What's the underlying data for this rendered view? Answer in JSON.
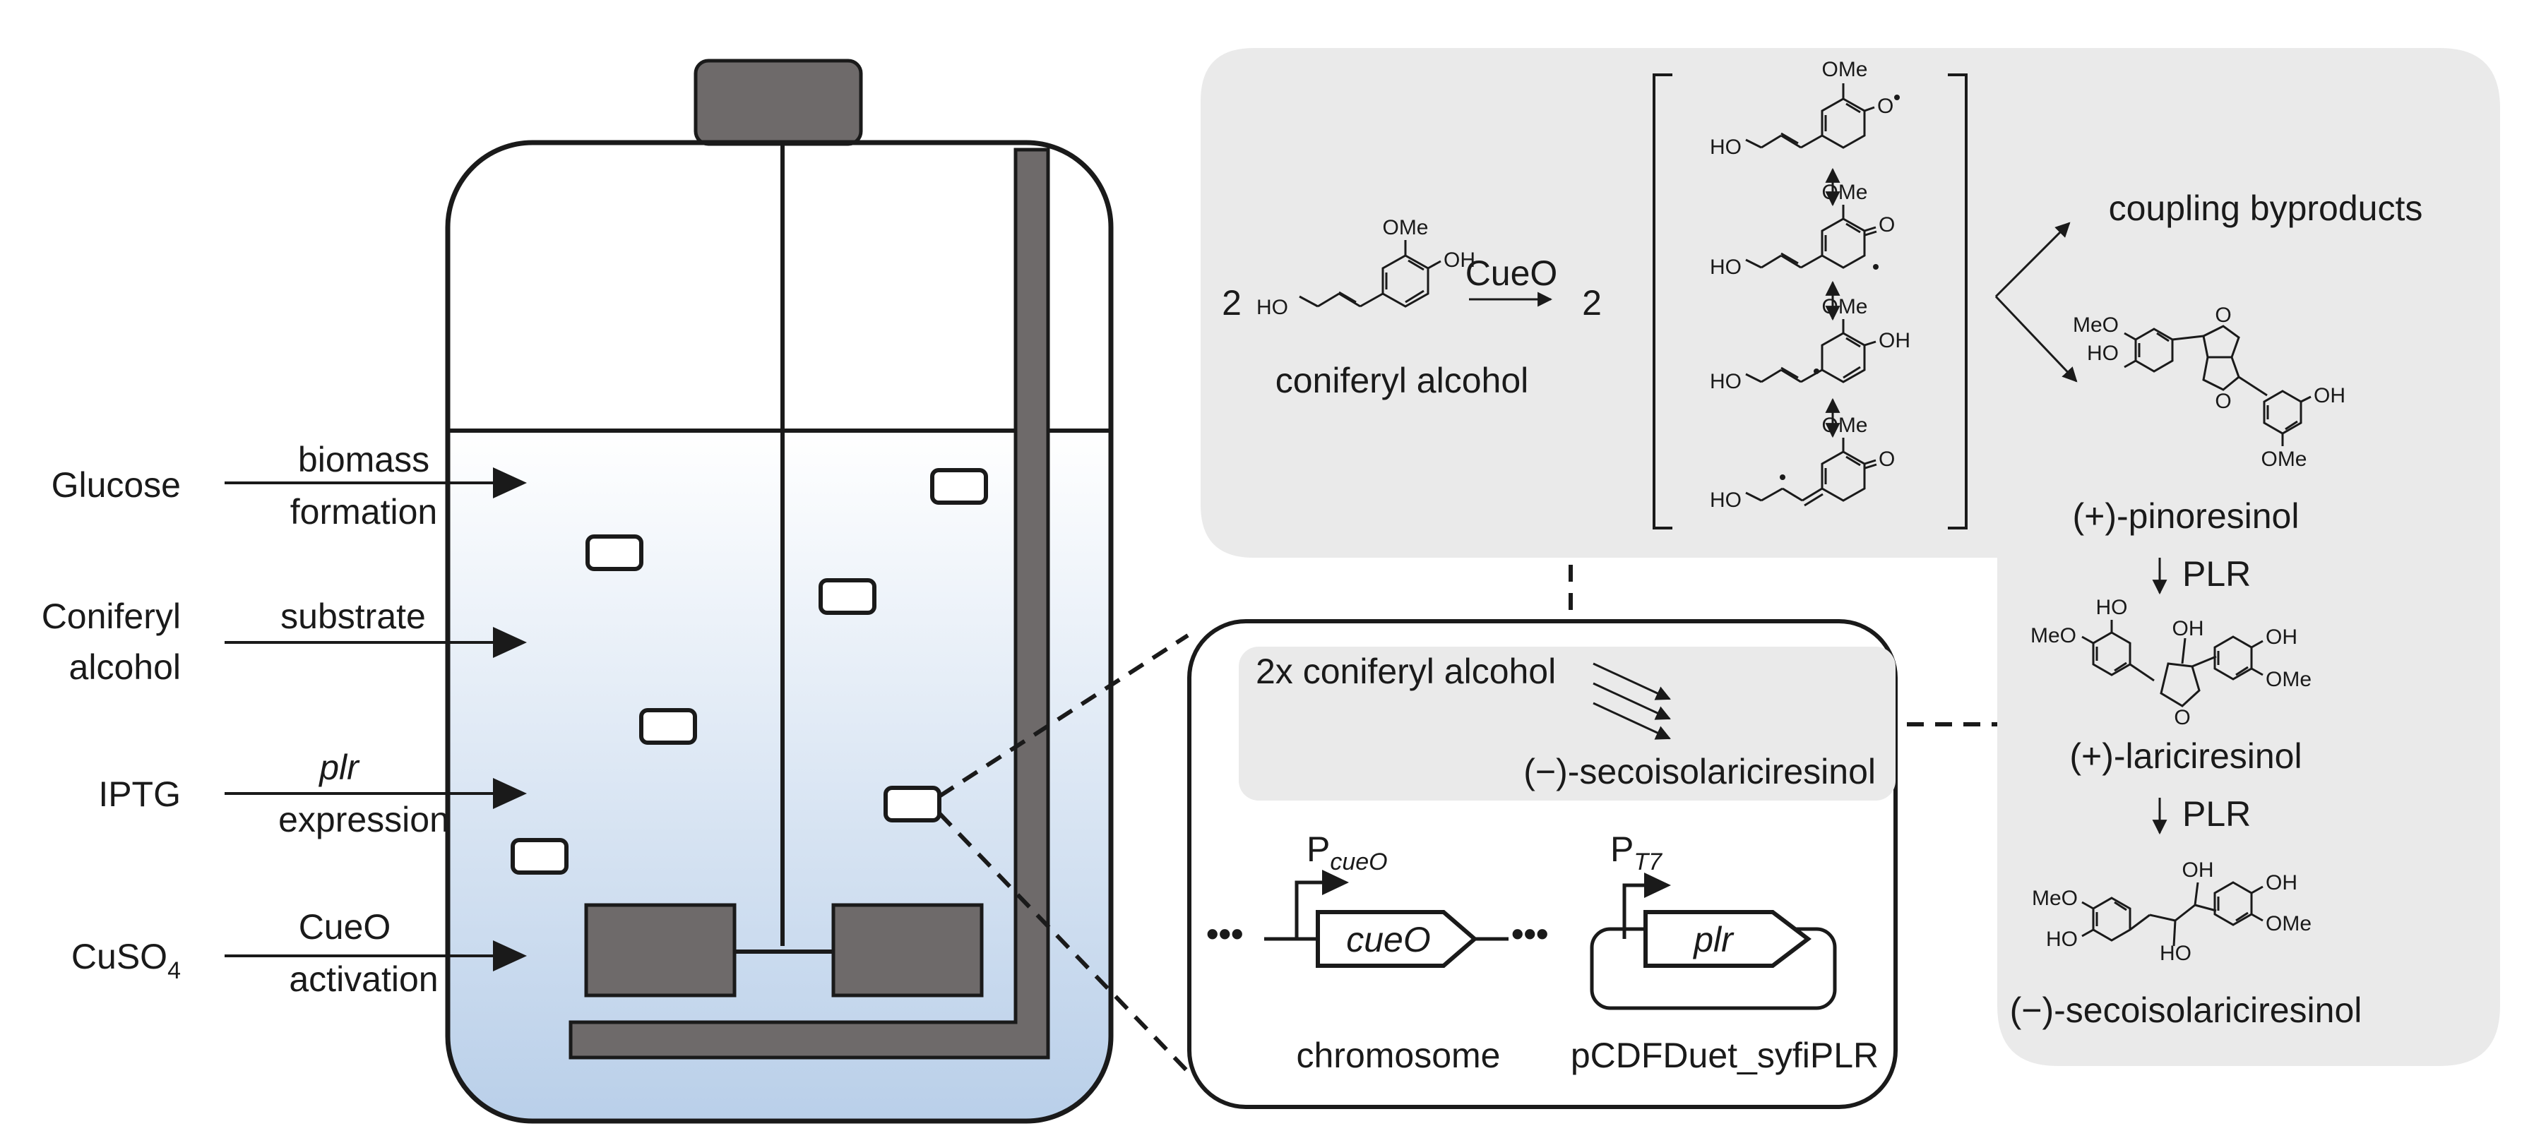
{
  "inputs": [
    {
      "name": "Glucose",
      "role_line1": "biomass",
      "role_line2": "formation"
    },
    {
      "name_line1": "Coniferyl",
      "name_line2": "alcohol",
      "role": "substrate"
    },
    {
      "name": "IPTG",
      "role_line1": "plr",
      "role_line2": "expression"
    },
    {
      "name_base": "CuSO",
      "name_sub": "4",
      "role_line1": "CueO",
      "role_line2": "activation"
    }
  ],
  "reaction": {
    "coefficient_left": "2",
    "enzyme": "CueO",
    "coefficient_right": "2",
    "substrate_label": "coniferyl alcohol",
    "ome": "OMe",
    "oh": "OH",
    "ho": "HO",
    "o": "O",
    "coupling_label": "coupling byproducts"
  },
  "pathway": {
    "product1": "(+)-pinoresinol",
    "enzyme1": "PLR",
    "product2": "(+)-lariciresinol",
    "enzyme2": "PLR",
    "product3": "(−)-secoisolariciresinol",
    "meo": "MeO",
    "ho": "HO",
    "oh": "OH",
    "ome": "OMe",
    "o": "O"
  },
  "cell": {
    "summary_line1": "2x coniferyl alcohol",
    "summary_line2": "(−)-secoisolariciresinol",
    "promoter1_base": "P",
    "promoter1_sub": "cueO",
    "gene1": "cueO",
    "promoter2_base": "P",
    "promoter2_sub": "T7",
    "gene2": "plr",
    "chromosome_label": "chromosome",
    "plasmid_label": "pCDFDuet_syfiPLR"
  },
  "colors": {
    "panel_gray": "#eaeaea",
    "impeller": "#6e6a6a",
    "liquid_top": "#ffffff",
    "liquid_bottom": "#b9cfe9"
  }
}
